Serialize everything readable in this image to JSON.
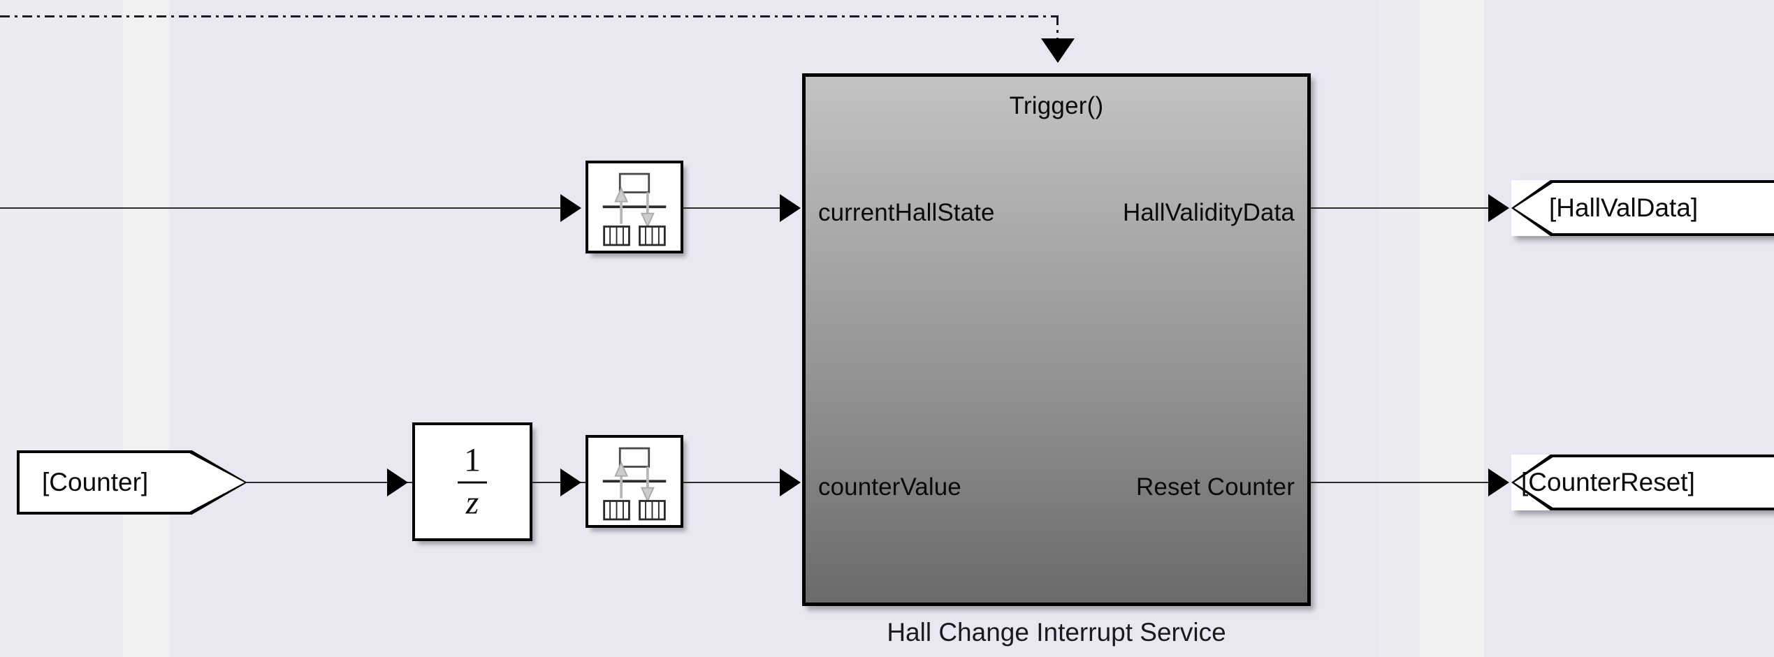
{
  "diagram": {
    "title": "Hall Change Interrupt Service",
    "canvas_bg": "#eaeaf2",
    "band_colors": {
      "lavender": "#ebebf1",
      "light_gray": "#f1f1f0",
      "lavender_alt": "#e8e8f2"
    }
  },
  "subsystem": {
    "name": "hall-change-interrupt-service",
    "trigger_label": "Trigger()",
    "caption": "Hall Change Interrupt Service",
    "inputs": [
      {
        "label": "currentHallState"
      },
      {
        "label": "counterValue"
      }
    ],
    "outputs": [
      {
        "label": "HallValidityData"
      },
      {
        "label": "Reset Counter"
      }
    ],
    "fill_top": "#c3c3c3",
    "fill_bottom": "#6a6a6a",
    "border_color": "#000000"
  },
  "blocks": {
    "unit_delay": {
      "numerator": "1",
      "denominator": "z",
      "icon_name": "unit-delay-icon"
    },
    "rate_transition_top": {
      "icon_name": "rate-transition-icon"
    },
    "rate_transition_bottom": {
      "icon_name": "rate-transition-icon"
    }
  },
  "tags": {
    "from_counter": {
      "text": "[Counter]",
      "kind": "from"
    },
    "goto_hall_val_data": {
      "text": "[HallValData]",
      "kind": "goto"
    },
    "goto_counter_reset": {
      "text": "[CounterReset]",
      "kind": "goto"
    }
  },
  "signals": {
    "trigger_line_style": "dash-dot",
    "signal_color": "#2b2b2b"
  }
}
